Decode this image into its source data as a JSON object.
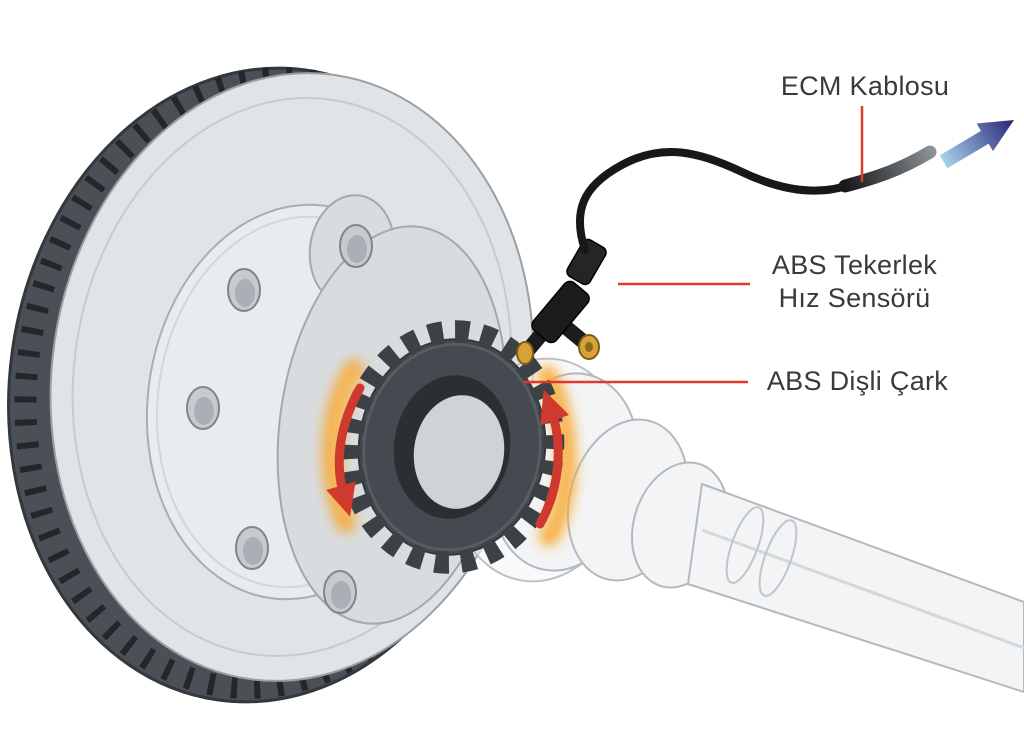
{
  "labels": {
    "ecm_cable": "ECM Kablosu",
    "wheel_speed_sensor_line1": "ABS Tekerlek",
    "wheel_speed_sensor_line2": "Hız Sensörü",
    "tone_ring": "ABS Dişli Çark"
  },
  "colors": {
    "background": "#ffffff",
    "label_text": "#3a3a3a",
    "leader_line": "#e0392e",
    "rotation_arrow": "#d03a2e",
    "glow_outer": "#f6a21c",
    "glow_inner": "#fcc15e",
    "cable": "#17181a",
    "sensor_body": "#1a1c1e",
    "sensor_ferrule": "#d8a23a",
    "flow_arrow_light": "#a8d4ea",
    "flow_arrow_dark": "#2c2a7a",
    "disc_edge": "#4a5056",
    "disc_face": "#e0e4e7",
    "tone_ring_body": "#454a50"
  }
}
